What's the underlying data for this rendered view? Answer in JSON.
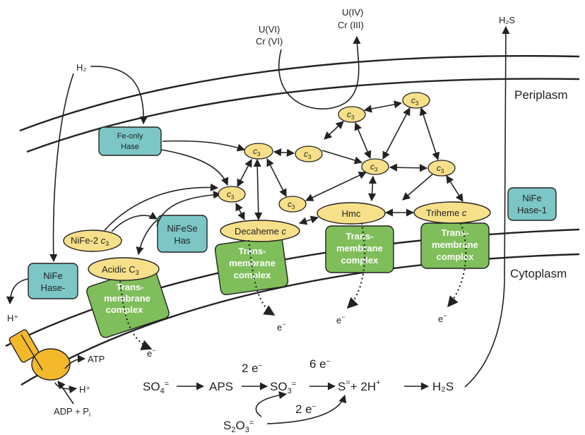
{
  "regions": {
    "periplasm": "Periplasm",
    "cytoplasm": "Cytoplasm"
  },
  "molecules": {
    "h2": "H₂",
    "h2s_top": "H₂S",
    "u6": "U(VI)",
    "cr6": "Cr (VI)",
    "u4": "U(IV)",
    "cr3": "Cr (III)",
    "h_plus_left": "H⁺",
    "atp": "ATP",
    "h_plus_atp": "H⁺",
    "adp": "ADP + P",
    "adp_sub": "i"
  },
  "enzymes": {
    "fe_only_1": "Fe-only",
    "fe_only_2": "Hase",
    "nifese_1": "NiFeSe",
    "nifese_2": "Has",
    "nife_left_1": "NiFe",
    "nife_left_2": "Hase-",
    "nife_right_1": "NiFe",
    "nife_right_2": "Hase-1"
  },
  "cytochromes": {
    "c3": "c",
    "c3_sub": "3",
    "nife2_c3": "NiFe-2",
    "acidic_c3": "Acidic C",
    "decaheme": "Decaheme",
    "hmc": "Hmc",
    "triheme": "Triheme",
    "italic_c": "c"
  },
  "complex": {
    "line1": "Trans-",
    "line2": "membrane",
    "line3": "complex"
  },
  "electron": "e",
  "electron_sup": "−",
  "pathway": {
    "so4": "SO",
    "so4_sub": "4",
    "so4_sup": "=",
    "aps": "APS",
    "so3": "SO",
    "so3_sub": "3",
    "so3_sup": "=",
    "s": "S",
    "s_sup": "=",
    "plus_2h": "+ 2H",
    "plus_sup": "+",
    "h2s": "H₂S",
    "two_e": "2 e",
    "six_e": "6 e",
    "two_e_b": "2 e",
    "s2o3": "S",
    "s2o3_sub1": "2",
    "s2o3_mid": "O",
    "s2o3_sub2": "3",
    "s2o3_sup": "="
  },
  "colors": {
    "cytochrome_fill": "#f7e089",
    "enzyme_fill": "#7cc6c6",
    "complex_fill": "#7fbe5a",
    "atpase_fill": "#f4b82c"
  }
}
